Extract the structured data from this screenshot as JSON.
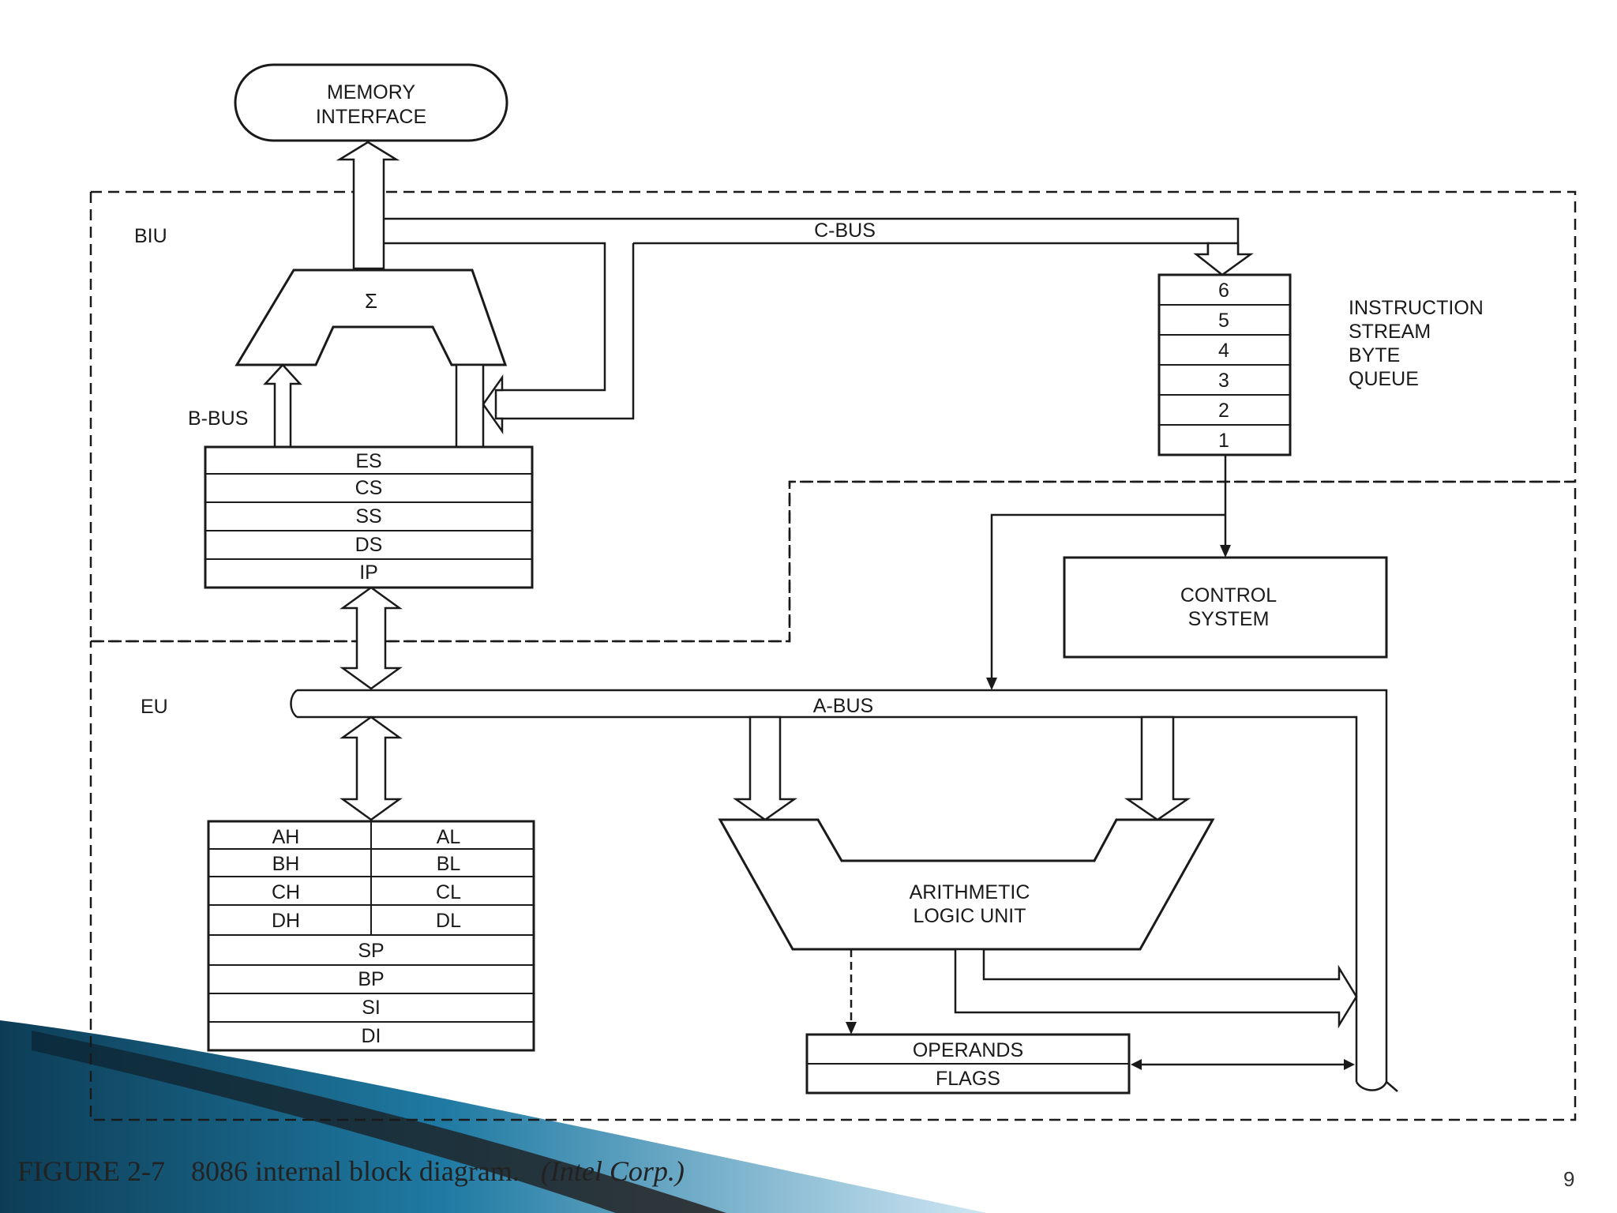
{
  "diagram": {
    "memory_interface": [
      "MEMORY",
      "INTERFACE"
    ],
    "biu_label": "BIU",
    "eu_label": "EU",
    "c_bus": "C-BUS",
    "b_bus": "B-BUS",
    "a_bus": "A-BUS",
    "sigma": "Σ",
    "segment_registers": [
      "ES",
      "CS",
      "SS",
      "DS",
      "IP"
    ],
    "queue_slots": [
      "6",
      "5",
      "4",
      "3",
      "2",
      "1"
    ],
    "queue_label": [
      "INSTRUCTION",
      "STREAM",
      "BYTE",
      "QUEUE"
    ],
    "control_system": [
      "CONTROL",
      "SYSTEM"
    ],
    "general_registers": [
      [
        "AH",
        "AL"
      ],
      [
        "BH",
        "BL"
      ],
      [
        "CH",
        "CL"
      ],
      [
        "DH",
        "DL"
      ]
    ],
    "pointer_registers": [
      "SP",
      "BP",
      "SI",
      "DI"
    ],
    "alu": [
      "ARITHMETIC",
      "LOGIC UNIT"
    ],
    "operands": "OPERANDS",
    "flags": "FLAGS"
  },
  "caption": {
    "figure": "FIGURE 2-7",
    "text": "8086 internal block diagram.",
    "credit": "(Intel Corp.)"
  },
  "slide_number": "9",
  "colors": {
    "ink": "#1a1a1a",
    "swoosh_dark": "#0d3d56",
    "swoosh_mid": "#1f7aa3",
    "swoosh_light": "#cfe6f2"
  }
}
